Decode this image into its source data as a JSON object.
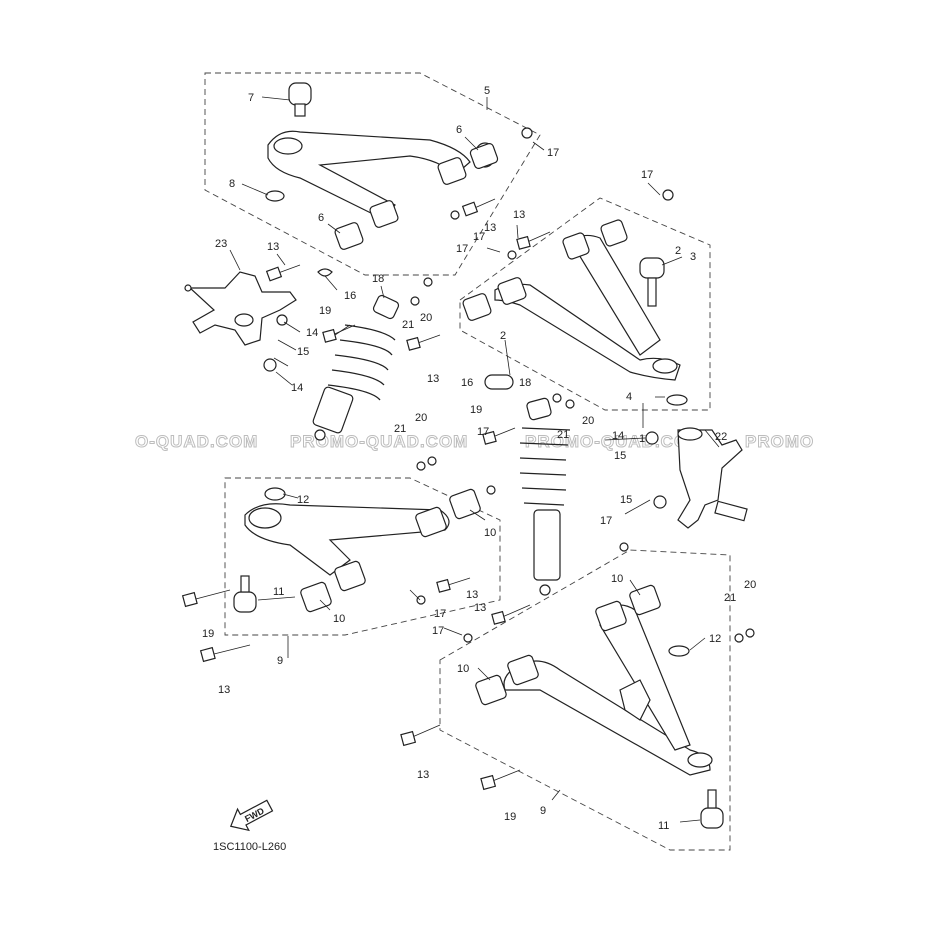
{
  "diagram": {
    "drawing_code": "1SC1100-L260",
    "fwd_label": "FWD",
    "watermarks": [
      "O-QUAD.COM",
      "PROMO-QUAD.COM",
      "PROMO-QUAD.COM",
      "PROMO"
    ],
    "callouts": [
      "1",
      "2",
      "2",
      "3",
      "4",
      "5",
      "6",
      "6",
      "7",
      "8",
      "9",
      "9",
      "10",
      "10",
      "10",
      "10",
      "11",
      "11",
      "12",
      "12",
      "13",
      "13",
      "13",
      "13",
      "13",
      "13",
      "13",
      "14",
      "14",
      "14",
      "15",
      "15",
      "15",
      "16",
      "16",
      "17",
      "17",
      "17",
      "17",
      "17",
      "17",
      "18",
      "18",
      "19",
      "19",
      "19",
      "20",
      "20",
      "20",
      "21",
      "21",
      "21",
      "22",
      "23"
    ]
  }
}
